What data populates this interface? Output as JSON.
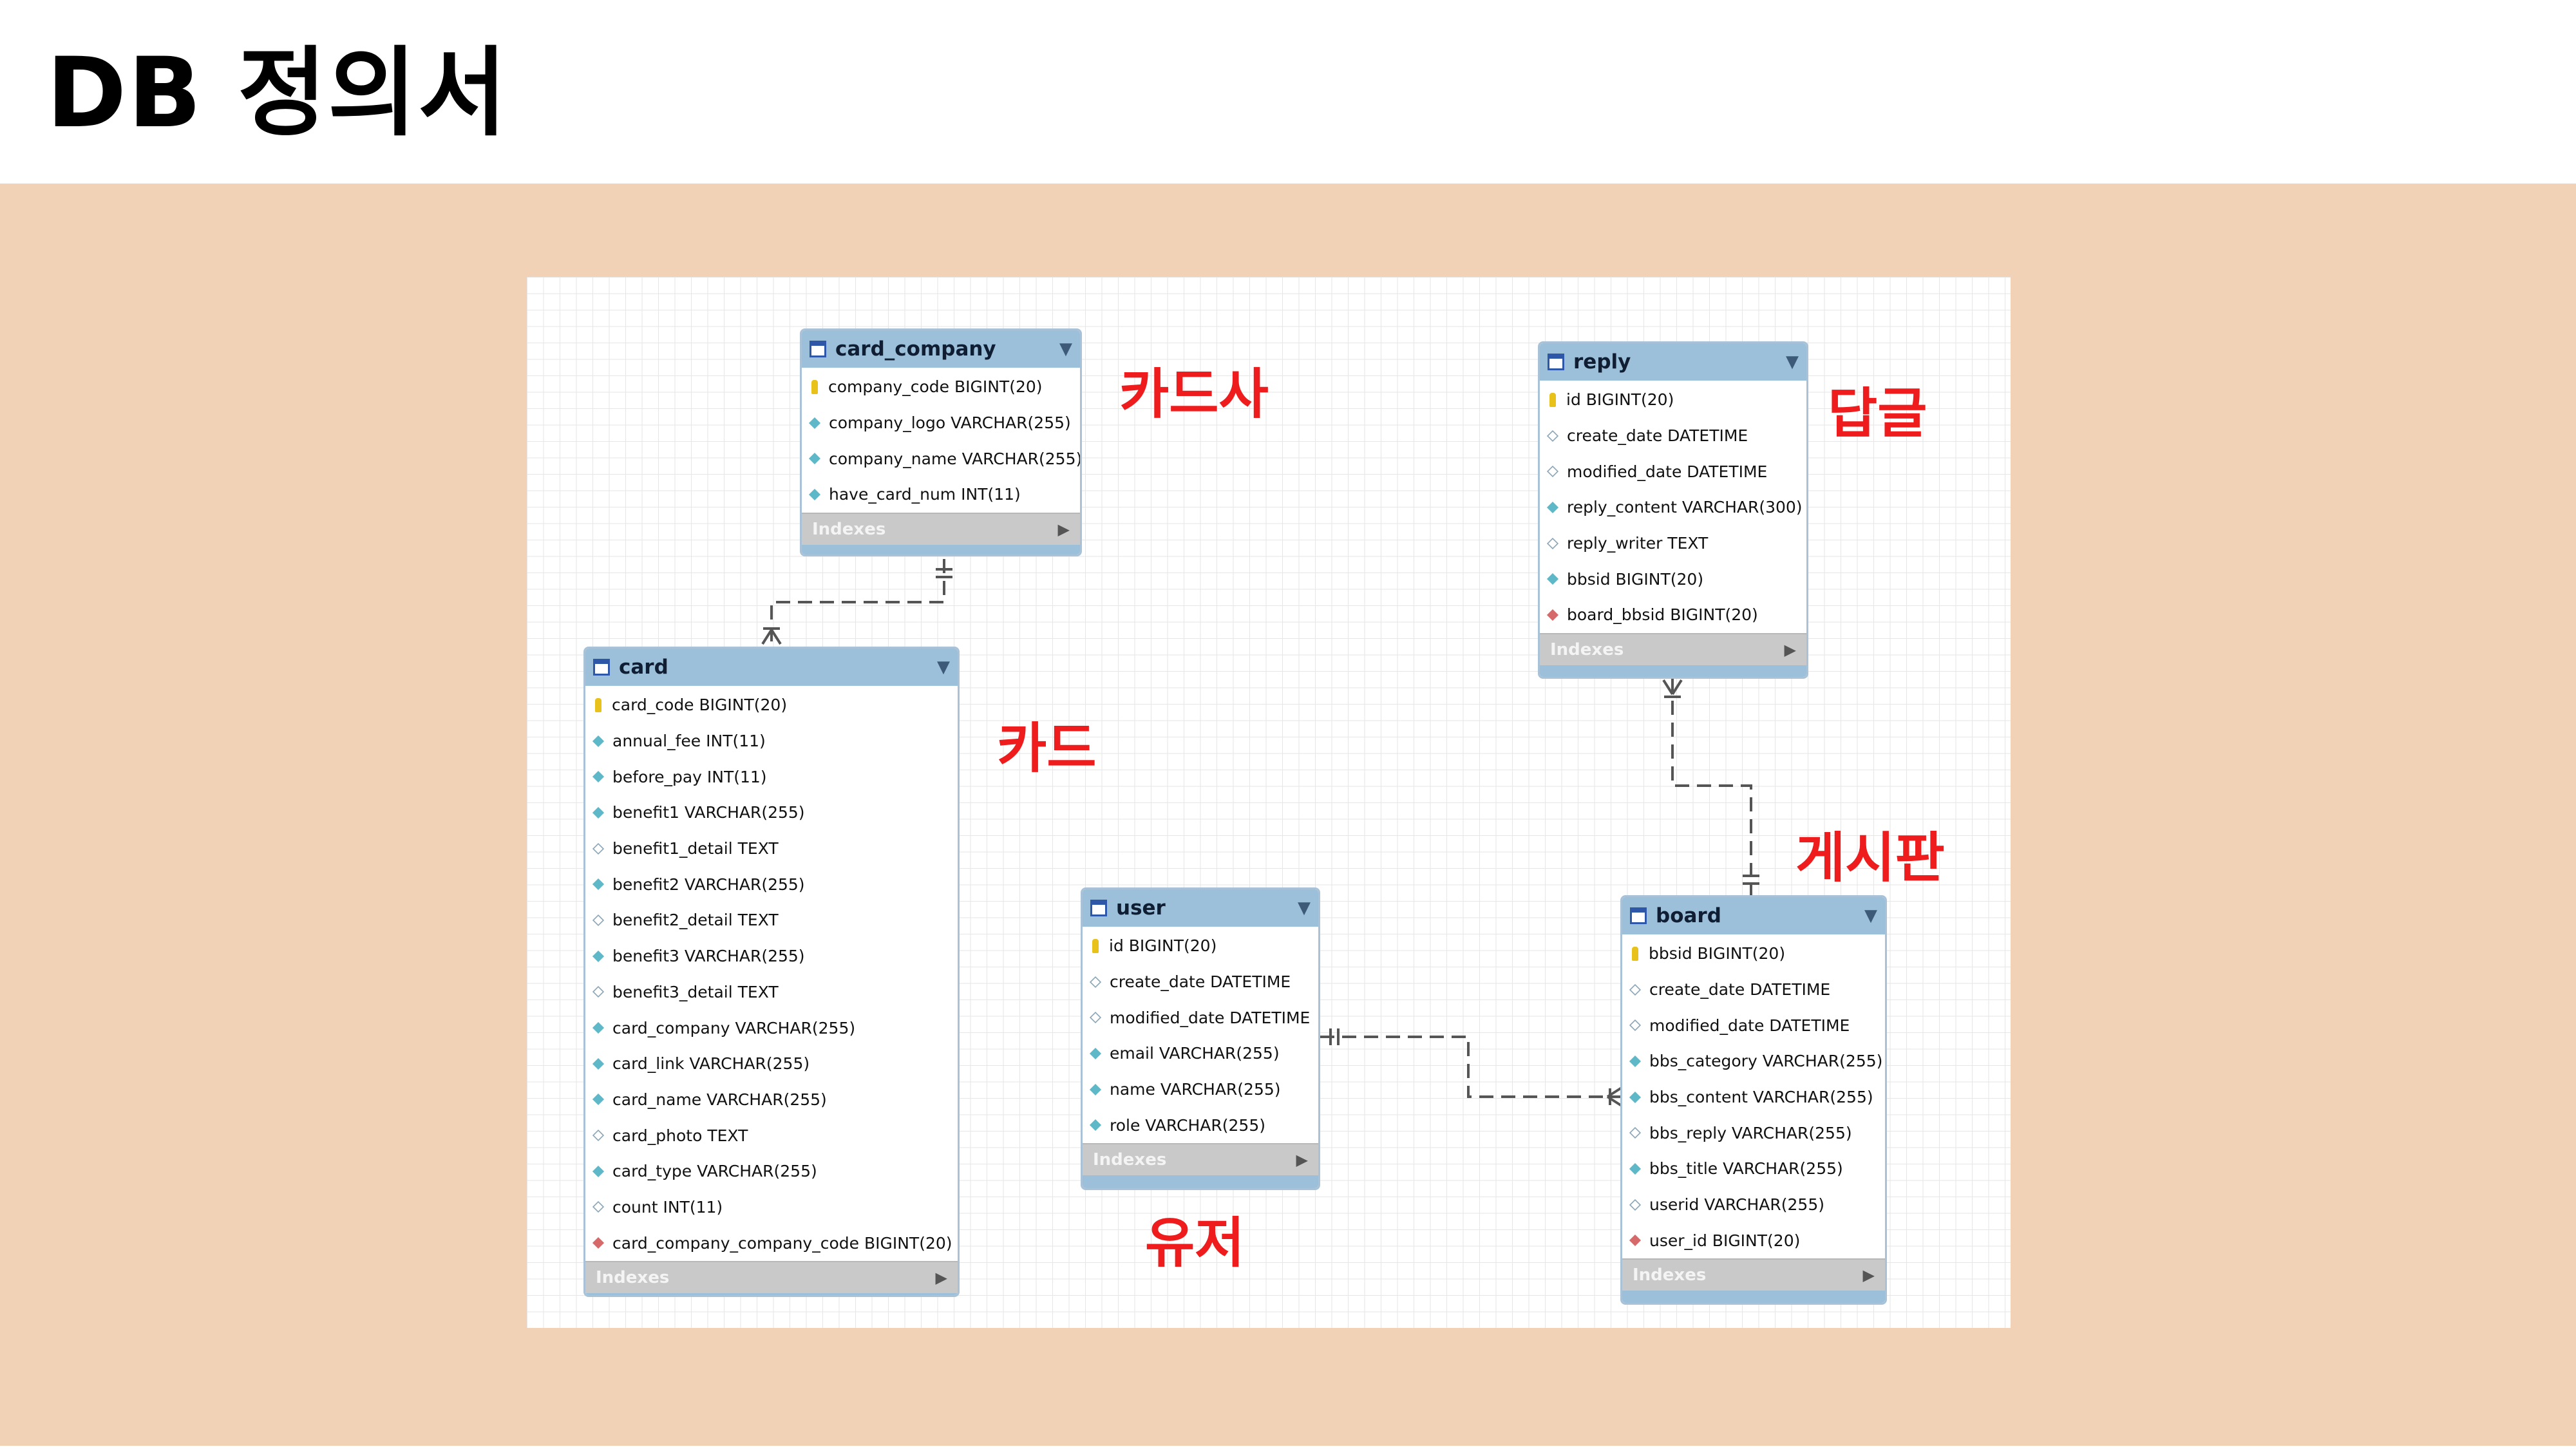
{
  "slide": {
    "title": "DB 정의서"
  },
  "annotations": {
    "card_company": "카드사",
    "card": "카드",
    "user": "유저",
    "reply": "답글",
    "board": "게시판"
  },
  "footer_label": "Indexes",
  "tables": {
    "card_company": {
      "name": "card_company",
      "columns": [
        {
          "text": "company_code BIGINT(20)",
          "marker": "key"
        },
        {
          "text": "company_logo VARCHAR(255)",
          "marker": "nn"
        },
        {
          "text": "company_name VARCHAR(255)",
          "marker": "nn"
        },
        {
          "text": "have_card_num INT(11)",
          "marker": "nn"
        }
      ]
    },
    "card": {
      "name": "card",
      "columns": [
        {
          "text": "card_code BIGINT(20)",
          "marker": "key"
        },
        {
          "text": "annual_fee INT(11)",
          "marker": "nn"
        },
        {
          "text": "before_pay INT(11)",
          "marker": "nn"
        },
        {
          "text": "benefit1 VARCHAR(255)",
          "marker": "nn"
        },
        {
          "text": "benefit1_detail TEXT",
          "marker": "null"
        },
        {
          "text": "benefit2 VARCHAR(255)",
          "marker": "nn"
        },
        {
          "text": "benefit2_detail TEXT",
          "marker": "null"
        },
        {
          "text": "benefit3 VARCHAR(255)",
          "marker": "nn"
        },
        {
          "text": "benefit3_detail TEXT",
          "marker": "null"
        },
        {
          "text": "card_company VARCHAR(255)",
          "marker": "nn"
        },
        {
          "text": "card_link VARCHAR(255)",
          "marker": "nn"
        },
        {
          "text": "card_name VARCHAR(255)",
          "marker": "nn"
        },
        {
          "text": "card_photo TEXT",
          "marker": "null"
        },
        {
          "text": "card_type VARCHAR(255)",
          "marker": "nn"
        },
        {
          "text": "count INT(11)",
          "marker": "null"
        },
        {
          "text": "card_company_company_code BIGINT(20)",
          "marker": "fk"
        }
      ]
    },
    "user": {
      "name": "user",
      "columns": [
        {
          "text": "id BIGINT(20)",
          "marker": "key"
        },
        {
          "text": "create_date DATETIME",
          "marker": "null"
        },
        {
          "text": "modified_date DATETIME",
          "marker": "null"
        },
        {
          "text": "email VARCHAR(255)",
          "marker": "nn"
        },
        {
          "text": "name VARCHAR(255)",
          "marker": "nn"
        },
        {
          "text": "role VARCHAR(255)",
          "marker": "nn"
        }
      ]
    },
    "reply": {
      "name": "reply",
      "columns": [
        {
          "text": "id BIGINT(20)",
          "marker": "key"
        },
        {
          "text": "create_date DATETIME",
          "marker": "null"
        },
        {
          "text": "modified_date DATETIME",
          "marker": "null"
        },
        {
          "text": "reply_content VARCHAR(300)",
          "marker": "nn"
        },
        {
          "text": "reply_writer TEXT",
          "marker": "null"
        },
        {
          "text": "bbsid BIGINT(20)",
          "marker": "nn"
        },
        {
          "text": "board_bbsid BIGINT(20)",
          "marker": "fk"
        }
      ]
    },
    "board": {
      "name": "board",
      "columns": [
        {
          "text": "bbsid BIGINT(20)",
          "marker": "key"
        },
        {
          "text": "create_date DATETIME",
          "marker": "null"
        },
        {
          "text": "modified_date DATETIME",
          "marker": "null"
        },
        {
          "text": "bbs_category VARCHAR(255)",
          "marker": "nn"
        },
        {
          "text": "bbs_content VARCHAR(255)",
          "marker": "nn"
        },
        {
          "text": "bbs_reply VARCHAR(255)",
          "marker": "null"
        },
        {
          "text": "bbs_title VARCHAR(255)",
          "marker": "nn"
        },
        {
          "text": "userid VARCHAR(255)",
          "marker": "null"
        },
        {
          "text": "user_id BIGINT(20)",
          "marker": "fk"
        }
      ]
    }
  },
  "colors": {
    "header": "#9dc0da",
    "annotation": "#ee1c1c",
    "band": "#f2d2b6",
    "primary_key": "#e8c21a",
    "foreign_key": "#d66a6a"
  }
}
